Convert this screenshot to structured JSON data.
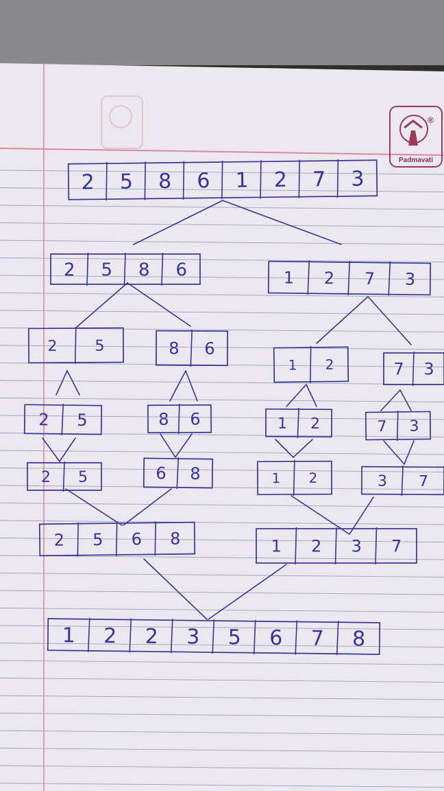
{
  "notebook": {
    "brand": "Padmavati",
    "brand_mark": "®",
    "ink_color": "#3a3496",
    "margin_color": "#d98aa0",
    "rule_color": "#9aa6bd",
    "paper_color": "#eceaf0"
  },
  "diagram": {
    "level0": {
      "cells": [
        "2",
        "5",
        "8",
        "6",
        "1",
        "2",
        "7",
        "3"
      ]
    },
    "level1": {
      "left": {
        "cells": [
          "2",
          "5",
          "8",
          "6"
        ]
      },
      "right": {
        "cells": [
          "1",
          "2",
          "7",
          "3"
        ]
      }
    },
    "level2": {
      "a": {
        "cells": [
          "2",
          "5"
        ]
      },
      "b": {
        "cells": [
          "8",
          "6"
        ]
      },
      "c": {
        "cells": [
          "1",
          "2"
        ]
      },
      "d": {
        "cells": [
          "7",
          "3"
        ]
      }
    },
    "level3": {
      "a": {
        "cells": [
          "2",
          "5"
        ]
      },
      "b": {
        "cells": [
          "8",
          "6"
        ]
      },
      "c": {
        "cells": [
          "1",
          "2"
        ]
      },
      "d": {
        "cells": [
          "7",
          "3"
        ]
      }
    },
    "level4": {
      "a": {
        "cells": [
          "2",
          "5"
        ]
      },
      "b": {
        "cells": [
          "6",
          "8"
        ]
      },
      "c": {
        "cells": [
          "1",
          "2"
        ]
      },
      "d": {
        "cells": [
          "3",
          "7"
        ]
      }
    },
    "level5": {
      "left": {
        "cells": [
          "2",
          "5",
          "6",
          "8"
        ]
      },
      "right": {
        "cells": [
          "1",
          "2",
          "3",
          "7"
        ]
      }
    },
    "level6": {
      "cells": [
        "1",
        "2",
        "2",
        "3",
        "5",
        "6",
        "7",
        "8"
      ]
    }
  }
}
